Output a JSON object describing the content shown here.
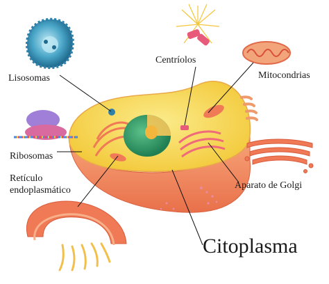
{
  "labels": {
    "lisosomas": "Lisosomas",
    "centriolos": "Centríolos",
    "mitocondrias": "Mitocondrias",
    "ribosomas": "Ribosomas",
    "reticulo_line1": "Retículo",
    "reticulo_line2": "endoplasmático",
    "golgi": "Aparato de Golgi",
    "citoplasma": "Citoplasma"
  },
  "colors": {
    "cytoplasm": "#f7dd5a",
    "membrane": "#f28a5c",
    "nucleus": "#2e9a6a",
    "nucleolus": "#f4b63c",
    "organelle": "#ef6a4a",
    "lysosome": "#2f7fa8",
    "ribosome_body": "#9f7fd8",
    "centriole": "#e85a7a",
    "leader_line": "#111111"
  }
}
